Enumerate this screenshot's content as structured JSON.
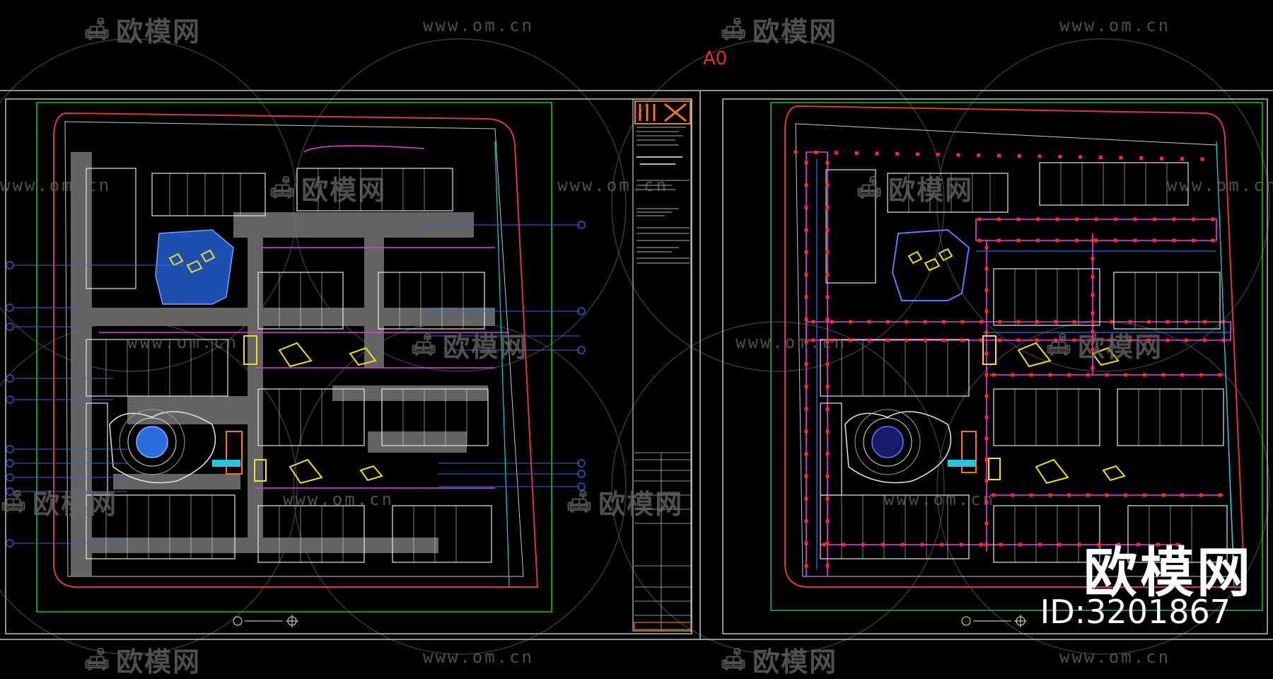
{
  "sheet": {
    "label": "A0"
  },
  "watermark": {
    "brand": "欧模网",
    "url": "www.om.cn",
    "id_text": "ID:3201867"
  },
  "colors": {
    "background": "#000000",
    "frame": "#bfbfbf",
    "boundary_green": "#1fbf3a",
    "boundary_red": "#d93838",
    "road_gray": "#7a7a7a",
    "building_white": "#e6e6e6",
    "magenta": "#e040e0",
    "blue": "#2a6de0",
    "yellow": "#f0e020",
    "cyan": "#20c8e0",
    "title_block_orange": "#f07820"
  },
  "plans": [
    {
      "name": "left-site-plan",
      "theme": "landscape"
    },
    {
      "name": "right-site-plan",
      "theme": "lighting"
    }
  ]
}
